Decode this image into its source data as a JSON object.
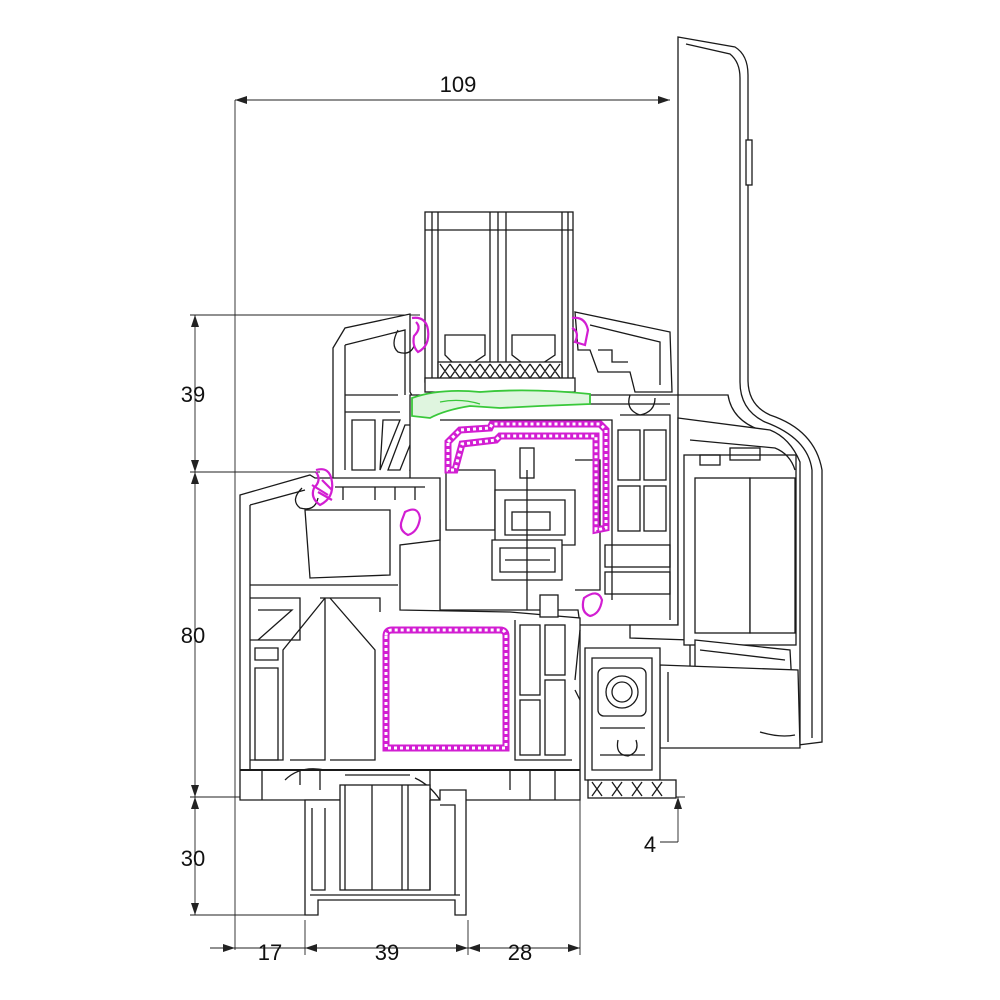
{
  "dimensions": {
    "total_width": "109",
    "top_height": "39",
    "mid_height": "80",
    "bottom_height": "30",
    "offset": "4",
    "bottom_left": "17",
    "bottom_mid": "39",
    "bottom_right": "28"
  },
  "colors": {
    "line": "#1a1a1a",
    "gasket": "#d21ed2",
    "reinforcement": "#d21ed2",
    "glazing_bead": "#39c83a",
    "background": "#ffffff"
  }
}
